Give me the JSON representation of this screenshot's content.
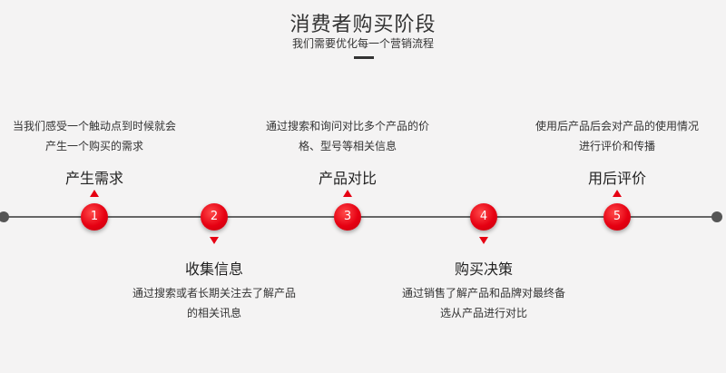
{
  "header": {
    "title": "消费者购买阶段",
    "subtitle": "我们需要优化每一个营销流程"
  },
  "stages": [
    {
      "number": "1",
      "title": "产生需求",
      "desc_line1": "当我们感受一个触动点到时候就会",
      "desc_line2": "产生一个购买的需求"
    },
    {
      "number": "2",
      "title": "收集信息",
      "desc_line1": "通过搜索或者长期关注去了解产品",
      "desc_line2": "的相关讯息"
    },
    {
      "number": "3",
      "title": "产品对比",
      "desc_line1": "通过搜索和询问对比多个产品的价",
      "desc_line2": "格、型号等相关信息"
    },
    {
      "number": "4",
      "title": "购买决策",
      "desc_line1": "通过销售了解产品和品牌对最终备",
      "desc_line2": "选从产品进行对比"
    },
    {
      "number": "5",
      "title": "用后评价",
      "desc_line1": "使用后产品后会对产品的使用情况",
      "desc_line2": "进行评价和传播"
    }
  ],
  "colors": {
    "accent": "#e60012",
    "line": "#666666",
    "background": "#f4f3f3"
  }
}
